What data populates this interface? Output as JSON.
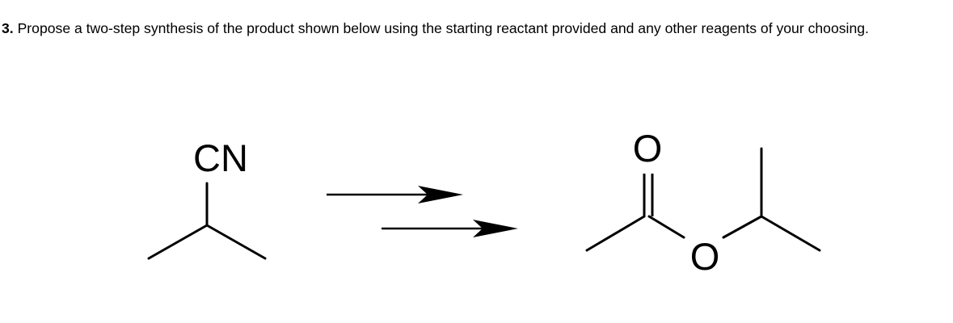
{
  "question": {
    "number": "3.",
    "text": " Propose a two-step synthesis of the product shown below using the starting reactant provided and any other reagents of your choosing."
  },
  "scheme": {
    "reactant_label": "CN",
    "product_carbonyl_o": "O",
    "product_ester_o": "O",
    "arrow_count": 2
  }
}
